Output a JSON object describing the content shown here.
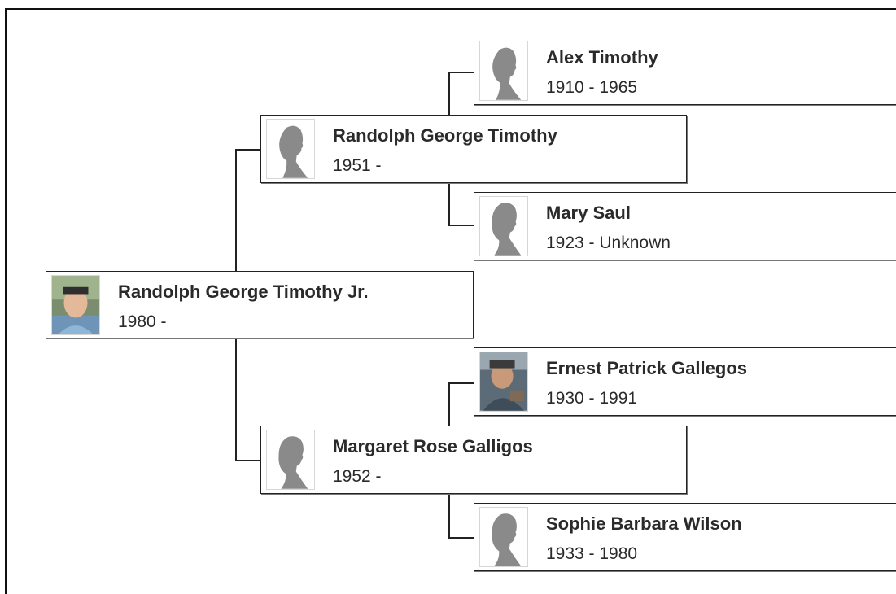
{
  "tree": {
    "root": {
      "name": "Randolph George Timothy Jr.",
      "dates": "1980 -",
      "photo": "person-photo"
    },
    "father": {
      "name": "Randolph George Timothy",
      "dates": "1951 -",
      "photo": "male-silhouette-icon"
    },
    "mother": {
      "name": "Margaret Rose Galligos",
      "dates": "1952 -",
      "photo": "female-silhouette-icon"
    },
    "paternal_grandfather": {
      "name": "Alex Timothy",
      "dates": "1910 - 1965",
      "photo": "male-silhouette-icon"
    },
    "paternal_grandmother": {
      "name": "Mary Saul",
      "dates": "1923 - Unknown",
      "photo": "female-silhouette-icon"
    },
    "maternal_grandfather": {
      "name": "Ernest Patrick Gallegos",
      "dates": "1930 - 1991",
      "photo": "person-photo"
    },
    "maternal_grandmother": {
      "name": "Sophie Barbara Wilson",
      "dates": "1933 - 1980",
      "photo": "female-silhouette-icon"
    }
  },
  "colors": {
    "border": "#222222",
    "silhouette": "#8a8a8a",
    "text": "#2a2a2a"
  }
}
